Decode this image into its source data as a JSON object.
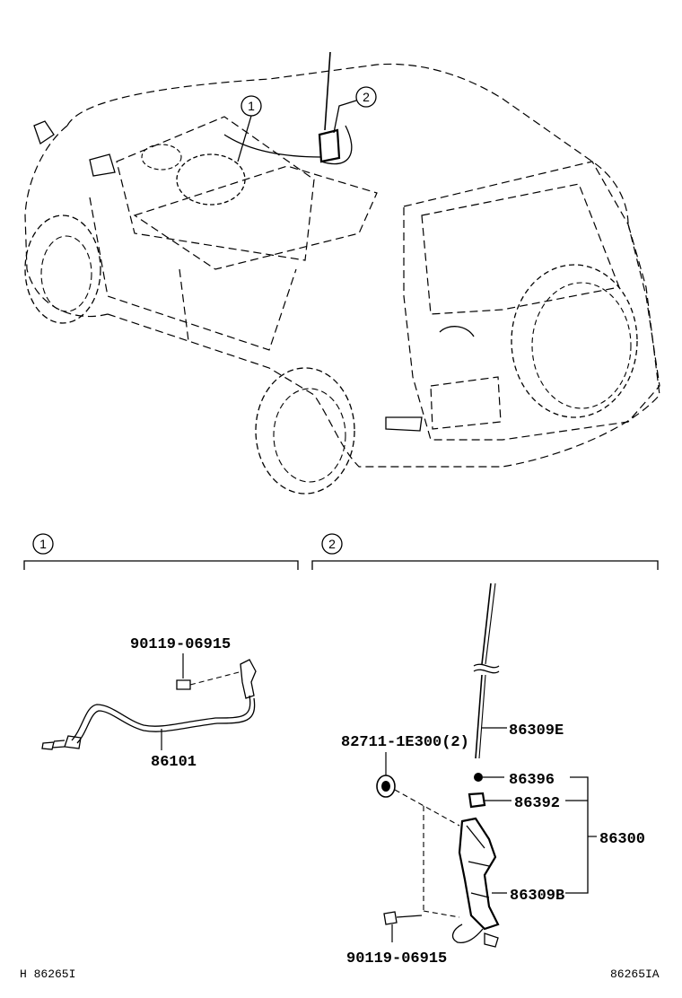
{
  "callouts": {
    "c1": "1",
    "c2": "2"
  },
  "section1": {
    "title_marker": "1",
    "parts": {
      "bolt": "90119-06915",
      "cord": "86101"
    }
  },
  "section2": {
    "title_marker": "2",
    "parts": {
      "rod": "86309E",
      "clip": "82711-1E300(2)",
      "nut": "86396",
      "cap": "86392",
      "assy": "86300",
      "base": "86309B",
      "bolt": "90119-06915"
    }
  },
  "footer": {
    "left_code": "H 86265I",
    "right_code": "86265IA"
  }
}
